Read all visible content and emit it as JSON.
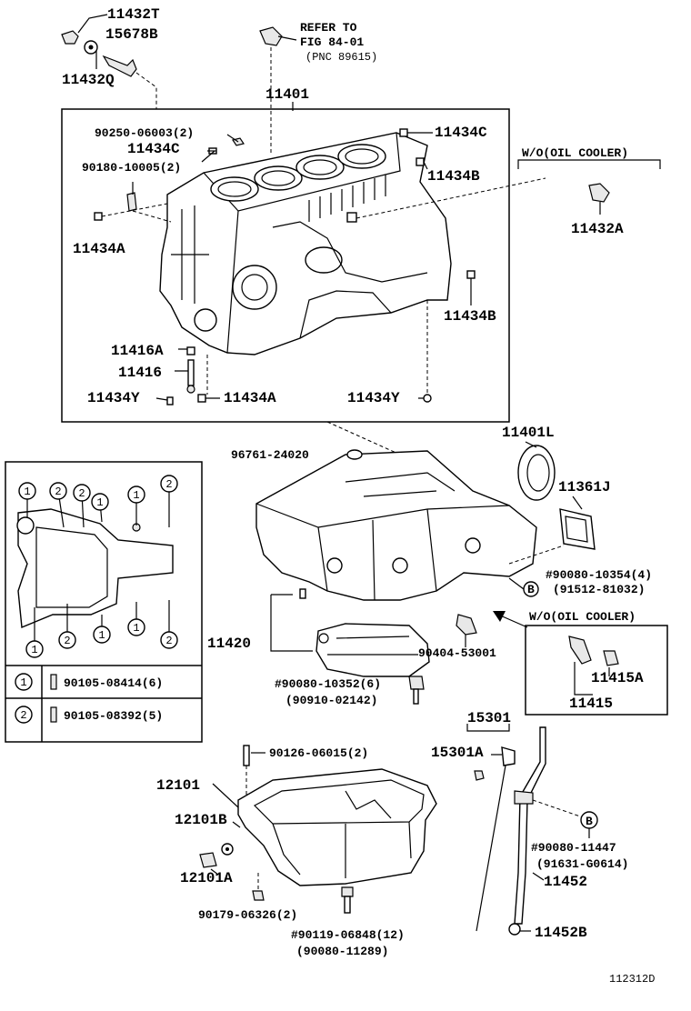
{
  "labels": {
    "p11432T": "11432T",
    "p15678B": "15678B",
    "p11432Q": "11432Q",
    "refer1": "REFER TO",
    "refer2": "FIG 84-01",
    "refer3": "(PNC 89615)",
    "p11401": "11401",
    "p90250": "90250-06003(2)",
    "p11434C_a": "11434C",
    "p11434C_b": "11434C",
    "p90180": "90180-10005(2)",
    "p11434B_a": "11434B",
    "p11434A_a": "11434A",
    "p11434B_b": "11434B",
    "p11416A": "11416A",
    "p11416": "11416",
    "p11434Y_a": "11434Y",
    "p11434A_b": "11434A",
    "p11434Y_b": "11434Y",
    "wo_oil_cooler_1": "W/O(OIL COOLER)",
    "p11432A": "11432A",
    "p11401L": "11401L",
    "p96761": "96761-24020",
    "p11361J": "11361J",
    "p90080_10354": "#90080-10354(4)",
    "p91512": "(91512-81032)",
    "wo_oil_cooler_2": "W/O(OIL COOLER)",
    "p11420": "11420",
    "p90404": "90404-53001",
    "p90080_10352": "#90080-10352(6)",
    "p90910": "(90910-02142)",
    "p11415A": "11415A",
    "p11415": "11415",
    "p15301": "15301",
    "p15301A": "15301A",
    "p90126": "90126-06015(2)",
    "p12101": "12101",
    "p12101B": "12101B",
    "p12101A": "12101A",
    "p90080_11447": "#90080-11447",
    "p91631": "(91631-G0614)",
    "p11452": "11452",
    "p90179": "90179-06326(2)",
    "p90119": "#90119-06848(12)",
    "p90080_11289": "(90080-11289)",
    "p11452B": "11452B",
    "marker_B_1": "B",
    "marker_B_2": "B",
    "figure_code": "112312D"
  },
  "bolt_legend": {
    "callouts": [
      "1",
      "2",
      "2",
      "1",
      "1",
      "2",
      "1",
      "2",
      "1",
      "1",
      "2"
    ],
    "rows": [
      {
        "marker": "1",
        "part": "90105-08414(6)"
      },
      {
        "marker": "2",
        "part": "90105-08392(5)"
      }
    ]
  }
}
